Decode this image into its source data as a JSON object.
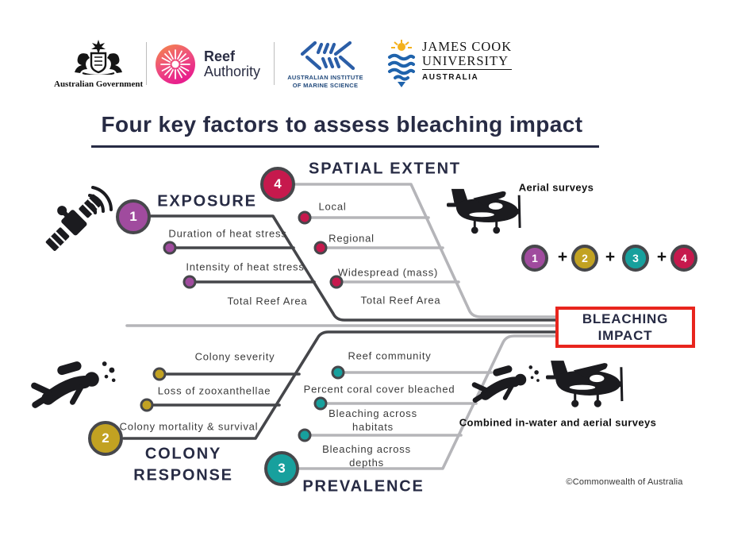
{
  "header": {
    "logos": {
      "government": {
        "caption": "Australian Government"
      },
      "reef_authority": {
        "line1": "Reef",
        "line2": "Authority"
      },
      "aims": {
        "caption1": "AUSTRALIAN INSTITUTE",
        "caption2": "OF MARINE SCIENCE"
      },
      "jcu": {
        "line1": "JAMES COOK",
        "line2": "UNIVERSITY",
        "line3": "AUSTRALIA"
      }
    }
  },
  "title": "Four key factors to assess bleaching impact",
  "factors": {
    "exposure": {
      "number": "1",
      "label": "EXPOSURE",
      "color": "#a04b9e",
      "icon": "satellite-icon",
      "items": [
        "Duration of heat stress",
        "Intensity of heat stress",
        "Total Reef Area"
      ]
    },
    "colony_response": {
      "number": "2",
      "label_line1": "COLONY",
      "label_line2": "RESPONSE",
      "color": "#c2a222",
      "icon": "diver-icon",
      "items": [
        "Colony severity",
        "Loss of zooxanthellae",
        "Colony mortality & survival"
      ]
    },
    "prevalence": {
      "number": "3",
      "label": "PREVALENCE",
      "color": "#17a09d",
      "icon": "diver-plane-icon",
      "items": [
        "Reef community",
        "Percent coral cover bleached",
        "Bleaching across habitats",
        "Bleaching across depths"
      ]
    },
    "spatial_extent": {
      "number": "4",
      "label": "SPATIAL EXTENT",
      "color": "#c6194d",
      "icon": "plane-icon",
      "items": [
        "Local",
        "Regional",
        "Widespread (mass)",
        "Total Reef Area"
      ]
    }
  },
  "annotations": {
    "aerial": "Aerial surveys",
    "combined": "Combined in-water and aerial surveys",
    "plus": "+",
    "copyright": "©Commonwealth of Australia"
  },
  "impact_box": {
    "line1": "BLEACHING",
    "line2": "IMPACT",
    "border_color": "#e8251d"
  },
  "colors": {
    "navy_text": "#272b44",
    "dark_line": "#45464a",
    "gray_line": "#b5b5b9",
    "purple": "#a04b9e",
    "gold": "#c2a222",
    "teal": "#17a09d",
    "crimson": "#c6194d",
    "impact_border_red": "#e8251d"
  }
}
